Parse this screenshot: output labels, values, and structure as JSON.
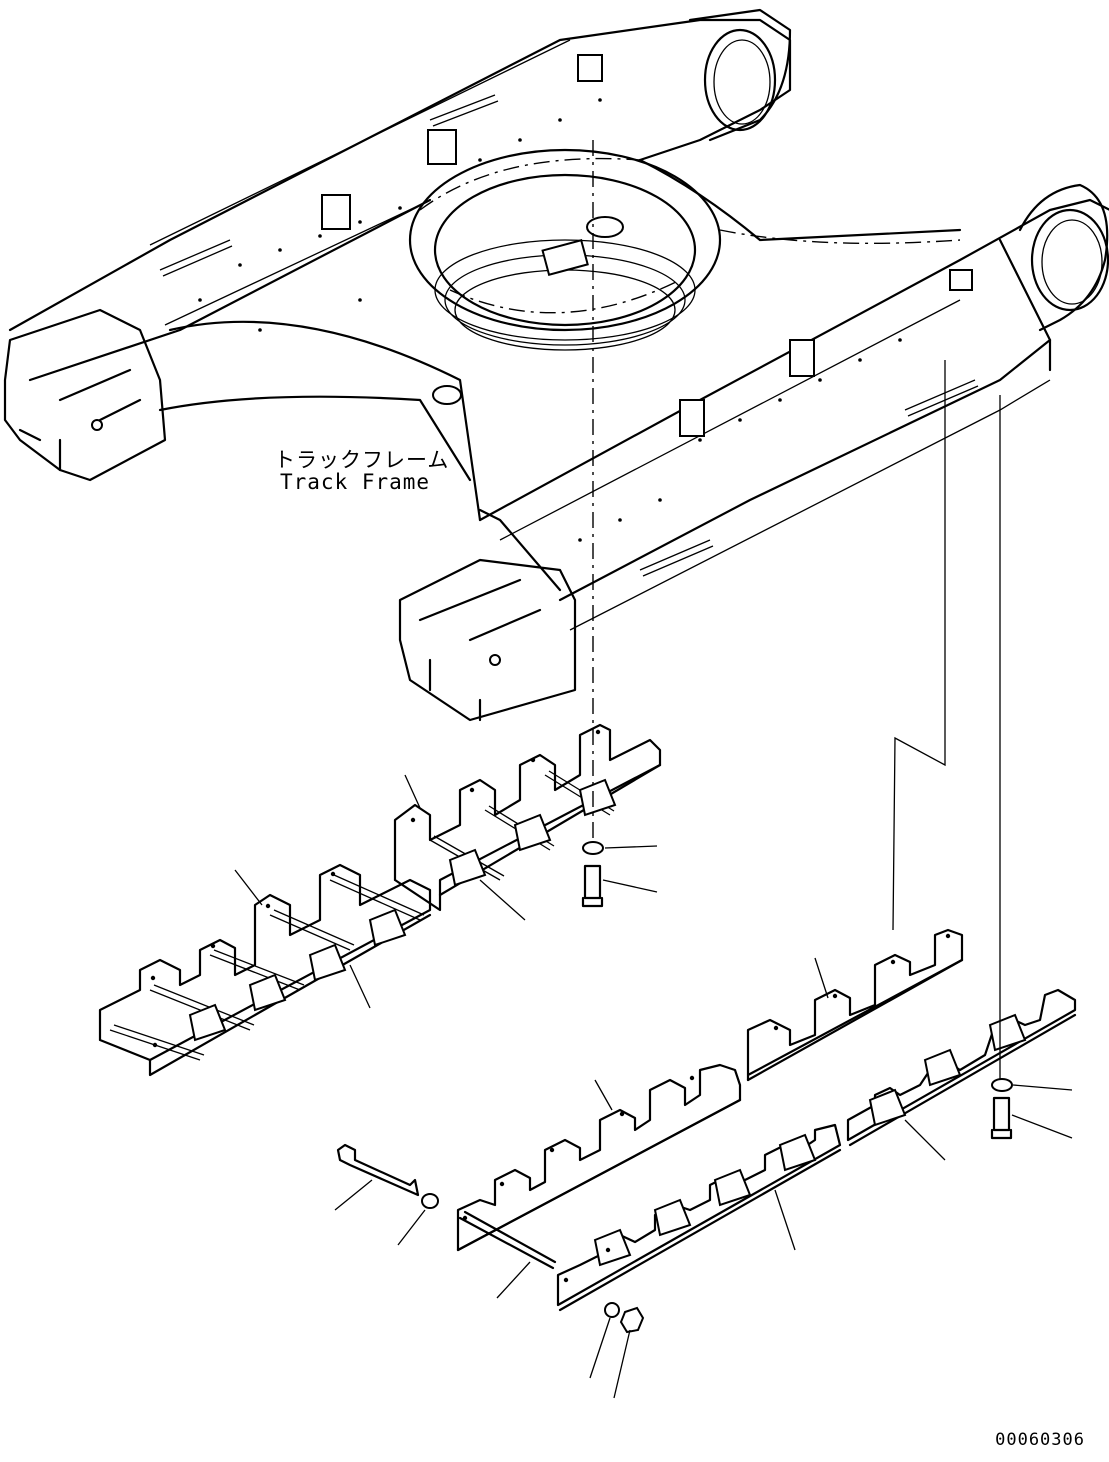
{
  "labels": {
    "part_name_jp": "トラックフレーム",
    "part_name_en": "Track Frame",
    "drawing_number": "00060306"
  }
}
